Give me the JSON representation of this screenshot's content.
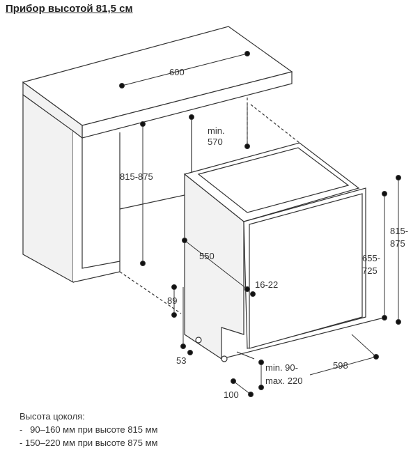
{
  "title": "Прибор высотой 81,5 см",
  "dimensions": {
    "countertop_width": "600",
    "min_depth_label": "min.",
    "min_depth_value": "570",
    "niche_height": "815-875",
    "depth": "550",
    "door_thickness": "16-22",
    "total_height_line1": "815-",
    "total_height_line2": "875",
    "door_height_line1": "655-",
    "door_height_line2": "725",
    "plinth_cutout_height": "89",
    "plinth_offset": "53",
    "plinth_height_line1": "min. 90-",
    "plinth_height_line2": "max. 220",
    "width": "598",
    "plinth_depth": "100"
  },
  "legend": {
    "heading": "Высота цоколя:",
    "items": [
      "-   90–160 мм при высоте 815 мм",
      "- 150–220 мм при высоте 875 мм"
    ]
  },
  "colors": {
    "line": "#333333",
    "side_fill": "#f2f2f2",
    "dot": "#111111"
  }
}
